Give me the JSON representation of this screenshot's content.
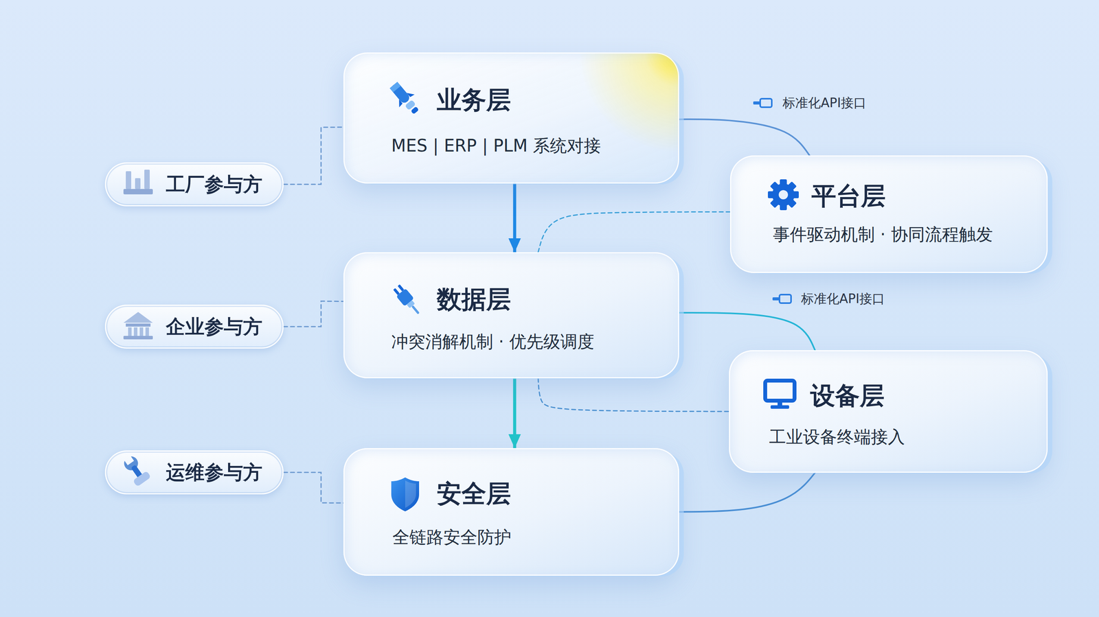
{
  "diagram": {
    "nodes": [
      {
        "text": [
          "工厂参与方"
        ]
      },
      {
        "text": [
          "业务层",
          "MES | ERP | PLM 系统对接"
        ]
      },
      {
        "text": [
          "平台层",
          "事件驱动机制 · 协同流程触发"
        ]
      },
      {
        "text": [
          "企业参与方"
        ]
      },
      {
        "text": [
          "数据层",
          "冲突消解机制 · 优先级调度"
        ]
      },
      {
        "text": [
          "设备层",
          "工业设备终端接入"
        ]
      },
      {
        "text": [
          "运维参与方"
        ]
      },
      {
        "text": [
          "安全层",
          "全链路安全防护"
        ]
      }
    ],
    "edges": [
      {
        "from": 0,
        "to": 1,
        "arrow": "none"
      },
      {
        "from": 1,
        "to": 2,
        "arrow": "none",
        "label": "标准化API接口"
      },
      {
        "from": 1,
        "to": 4,
        "arrow": "to"
      },
      {
        "from": 2,
        "to": 4,
        "arrow": "none"
      },
      {
        "from": 3,
        "to": 4,
        "arrow": "none"
      },
      {
        "from": 4,
        "to": 5,
        "arrow": "none",
        "label": "标准化API接口"
      },
      {
        "from": 4,
        "to": 7,
        "arrow": "to"
      },
      {
        "from": 4,
        "to": 5,
        "arrow": "none"
      },
      {
        "from": 6,
        "to": 7,
        "arrow": "none"
      },
      {
        "from": 5,
        "to": 7,
        "arrow": "none"
      }
    ]
  }
}
